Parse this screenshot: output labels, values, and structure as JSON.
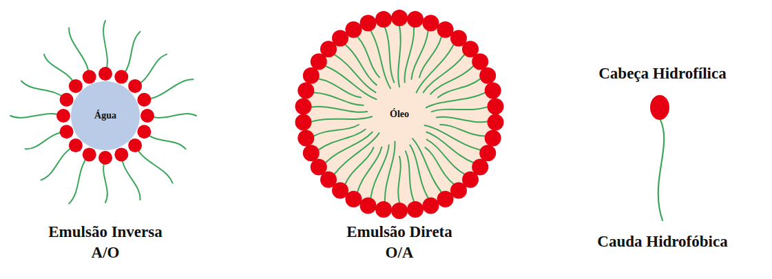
{
  "diagram": {
    "nodes": [
      {
        "text": [
          "Água"
        ]
      },
      {
        "text": [
          "Óleo"
        ]
      }
    ],
    "labels": [
      "Emulsão Inversa A/O",
      "Emulsão Direta O/A",
      "Cabeça Hidrofílica",
      "Cauda Hidrofóbica"
    ]
  }
}
